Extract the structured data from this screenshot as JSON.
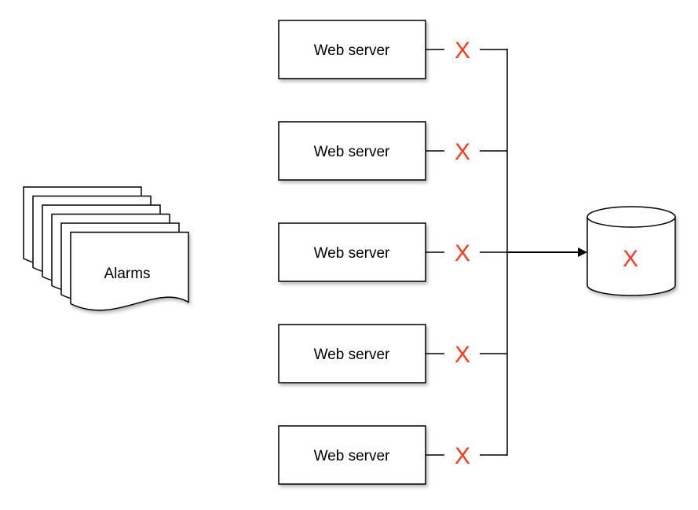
{
  "servers": [
    {
      "label": "Web server",
      "failure_mark": "X"
    },
    {
      "label": "Web server",
      "failure_mark": "X"
    },
    {
      "label": "Web server",
      "failure_mark": "X"
    },
    {
      "label": "Web server",
      "failure_mark": "X"
    },
    {
      "label": "Web server",
      "failure_mark": "X"
    }
  ],
  "alarms": {
    "label": "Alarms",
    "page_count": 6
  },
  "database": {
    "failure_mark": "X"
  },
  "colors": {
    "failure": "#ff3b1f",
    "stroke": "#000000",
    "fill": "#ffffff"
  }
}
